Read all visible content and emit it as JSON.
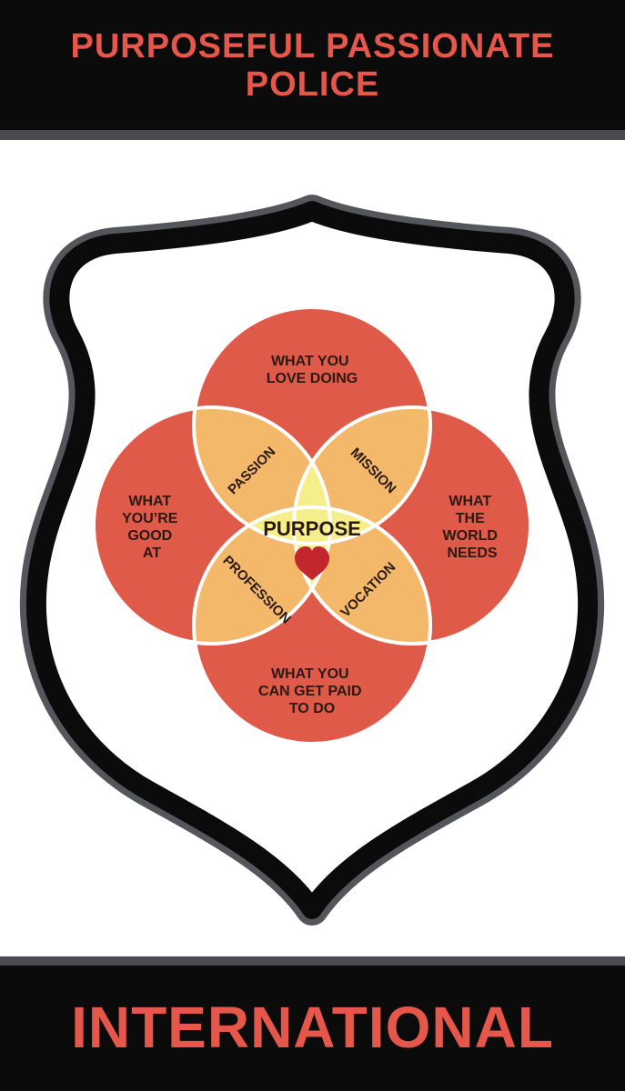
{
  "header": {
    "title_line1": "PURPOSEFUL PASSIONATE",
    "title_line2": "POLICE"
  },
  "footer": {
    "text": "INTERNATIONAL"
  },
  "diagram": {
    "outer_circles": {
      "top": [
        "WHAT YOU",
        "LOVE DOING"
      ],
      "left": [
        "WHAT",
        "YOU’RE",
        "GOOD",
        "AT"
      ],
      "right": [
        "WHAT",
        "THE",
        "WORLD",
        "NEEDS"
      ],
      "bottom": [
        "WHAT YOU",
        "CAN GET PAID",
        "TO DO"
      ]
    },
    "overlaps": {
      "passion": "PASSION",
      "mission": "MISSION",
      "profession": "PROFESSION",
      "vocation": "VOCATION"
    },
    "center": "PURPOSE",
    "center_icon": "heart-icon"
  },
  "colors": {
    "background": "#ffffff",
    "band": "#0b0b0b",
    "band_strip": "#4a4a50",
    "title_red": "#e4574a",
    "outer_circle": "#df5a48",
    "overlap": "#f3b869",
    "center": "#f4ef8a",
    "heart": "#c1272d",
    "badge_outline": "#0b0b0b"
  }
}
